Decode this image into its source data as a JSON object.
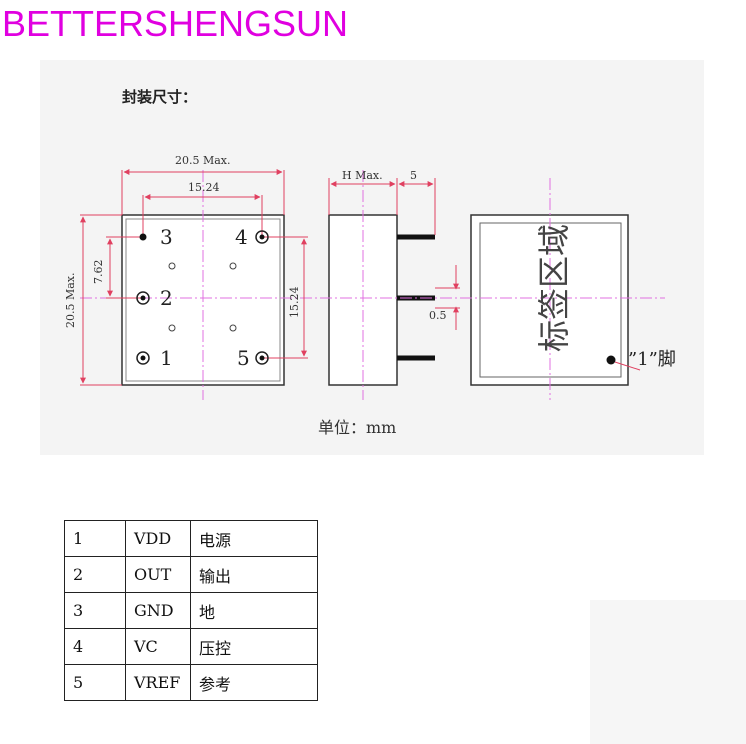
{
  "brand": {
    "text": "BETTERSHENGSUN",
    "color": "#e000e0"
  },
  "drawing": {
    "heading": "封装尺寸：",
    "unit_label": "单位：mm",
    "dims": {
      "width_max": "20.5 Max.",
      "pin_pitch": "15.24",
      "height_max": "20.5 Max.",
      "pin_offset": "7.62",
      "pin_span": "15.24",
      "h_max": "H Max.",
      "lead_length": "5",
      "lead_dia": "0.5"
    },
    "pins": {
      "p1": "1",
      "p2": "2",
      "p3": "3",
      "p4": "4",
      "p5": "5"
    },
    "label_area": "标签区域",
    "pin1_marker": "”1”脚",
    "center_line_color": "#e070e0",
    "dim_line_color": "#e04060"
  },
  "pin_table": {
    "rows": [
      {
        "num": "1",
        "name": "VDD",
        "desc": "电源"
      },
      {
        "num": "2",
        "name": "OUT",
        "desc": "输出"
      },
      {
        "num": "3",
        "name": "GND",
        "desc": "地"
      },
      {
        "num": "4",
        "name": "VC",
        "desc": "压控"
      },
      {
        "num": "5",
        "name": "VREF",
        "desc": "参考"
      }
    ]
  }
}
